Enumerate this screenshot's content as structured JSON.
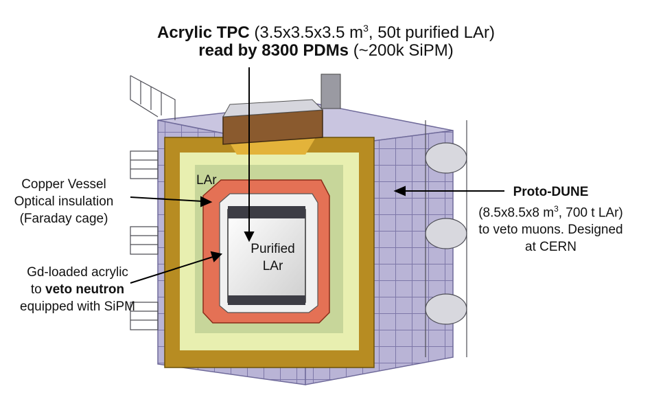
{
  "title": {
    "line1_bold": "Acrylic TPC",
    "line1_rest_a": " (3.5x3.5x3.5 m",
    "line1_sup": "3",
    "line1_rest_b": ", 50t purified LAr)",
    "line2_bold": "read by 8300 PDMs",
    "line2_rest": " (~200k SiPM)"
  },
  "labels": {
    "lar": "LAr",
    "purified_line1": "Purified",
    "purified_line2": "LAr",
    "copper_line1": "Copper Vessel",
    "copper_line2": "Optical insulation",
    "copper_line3": "(Faraday cage)",
    "gd_line1": "Gd-loaded acrylic",
    "gd_line2_pre": "to ",
    "gd_line2_bold": "veto neutron",
    "gd_line3": "equipped with SiPM",
    "proto_line1": "Proto-DUNE",
    "proto_line2_a": "(8.5x8.5x8 m",
    "proto_line2_sup": "3",
    "proto_line2_b": ", 700 t LAr)",
    "proto_line3": "to veto muons. Designed",
    "proto_line4": "at CERN"
  },
  "colors": {
    "frame": "#b7b2d4",
    "frame_dark": "#8e88b8",
    "outer_vessel": "#b78c22",
    "inner_shell": "#e8efb0",
    "lar_region": "#c7d69a",
    "copper": "#e47155",
    "acrylic_panel": "#f1f1f1"
  }
}
